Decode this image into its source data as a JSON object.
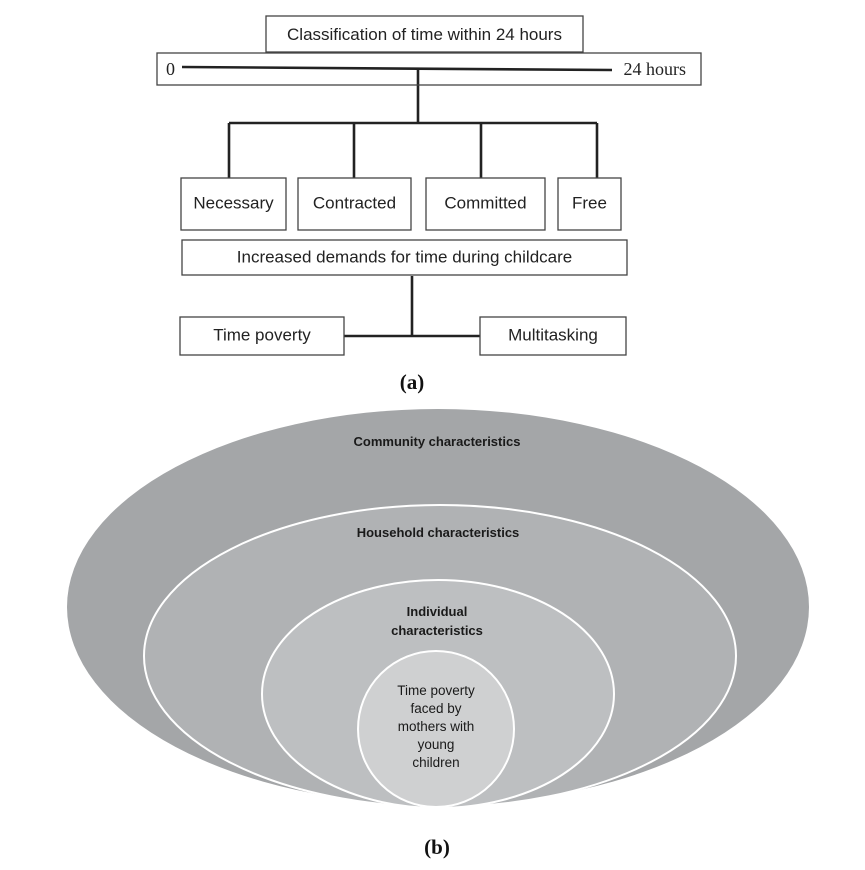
{
  "panel_a": {
    "title": "Classification of time within 24 hours",
    "timeline_start": "0",
    "timeline_end": "24 hours",
    "categories": [
      "Necessary",
      "Contracted",
      "Committed",
      "Free"
    ],
    "demands": "Increased demands for time during childcare",
    "outcomes": [
      "Time poverty",
      "Multitasking"
    ],
    "label": "(a)"
  },
  "panel_b": {
    "levels": [
      "Community characteristics",
      "Household characteristics"
    ],
    "individual_lines": [
      "Individual",
      "characteristics"
    ],
    "center_lines": [
      "Time poverty",
      "faced by",
      "mothers with",
      "young",
      "children"
    ],
    "label": "(b)"
  },
  "colors": {
    "community": "#a4a6a8",
    "household": "#b0b2b4",
    "individual": "#bdbfc1",
    "center": "#cfd0d1",
    "ring_stroke": "#ffffff"
  }
}
